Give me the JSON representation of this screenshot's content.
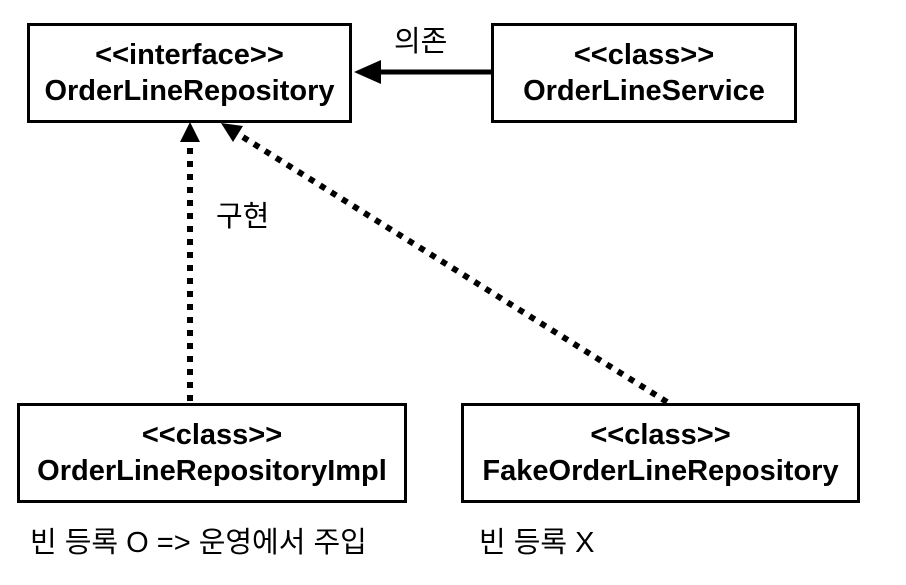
{
  "diagram": {
    "type": "uml-class-diagram",
    "colors": {
      "foreground": "#000000",
      "background": "#ffffff"
    },
    "nodes": [
      {
        "id": "order-line-repository",
        "stereotype": "<<interface>>",
        "name": "OrderLineRepository"
      },
      {
        "id": "order-line-service",
        "stereotype": "<<class>>",
        "name": "OrderLineService"
      },
      {
        "id": "order-line-repository-impl",
        "stereotype": "<<class>>",
        "name": "OrderLineRepositoryImpl"
      },
      {
        "id": "fake-order-line-repository",
        "stereotype": "<<class>>",
        "name": "FakeOrderLineRepository"
      }
    ],
    "edges": [
      {
        "id": "dependency",
        "type": "solid-arrow",
        "label": "의존",
        "from": "OrderLineService",
        "to": "OrderLineRepository"
      },
      {
        "id": "implements",
        "type": "dotted-arrow",
        "label": "구현",
        "from": "OrderLineRepositoryImpl",
        "to": "OrderLineRepository"
      },
      {
        "id": "fake-implements",
        "type": "dotted-arrow",
        "label": "",
        "from": "FakeOrderLineRepository",
        "to": "OrderLineRepository"
      }
    ],
    "annotations": [
      {
        "id": "impl-bean-note",
        "text": "빈 등록 O => 운영에서 주입"
      },
      {
        "id": "fake-bean-note",
        "text": "빈 등록 X"
      }
    ]
  }
}
